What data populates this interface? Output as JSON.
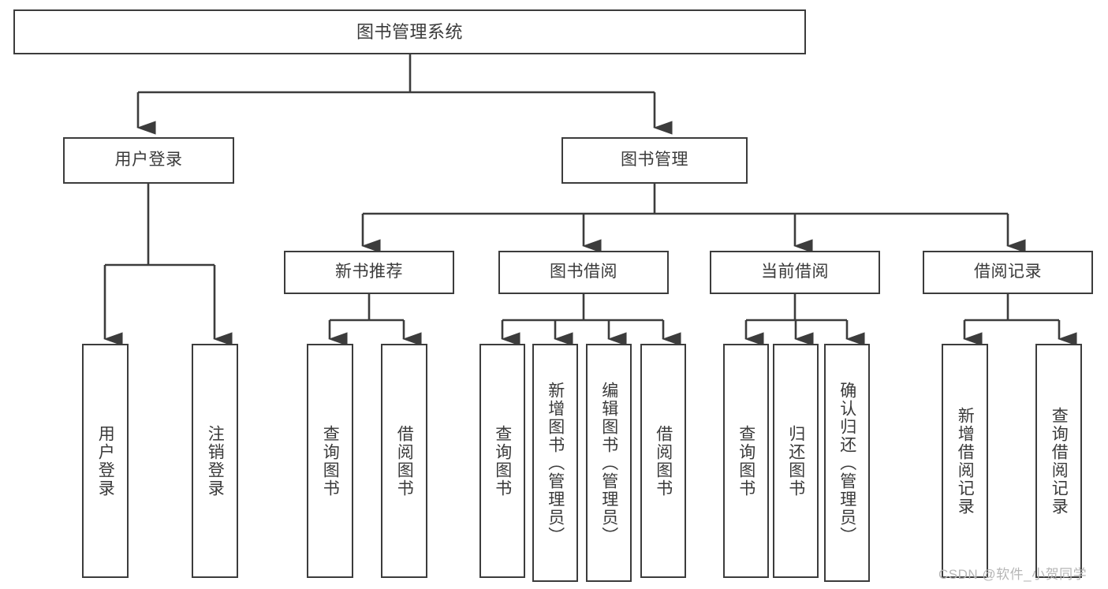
{
  "diagram": {
    "title": "图书管理系统",
    "type": "functional-structure-tree",
    "watermark": "CSDN @软件_小贺同学",
    "colors": {
      "border": "#3c3c3c",
      "text": "#3a3a3a",
      "background": "#ffffff",
      "connector": "#3c3c3c",
      "watermark": "#b6b6b6"
    },
    "levels": {
      "level1": "系统",
      "level2": "模块",
      "level3": "子模块",
      "level4": "功能"
    }
  },
  "nodes": {
    "root": {
      "label": "图书管理系统"
    },
    "level2": [
      {
        "label": "用户登录"
      },
      {
        "label": "图书管理"
      }
    ],
    "level3": [
      {
        "label": "新书推荐"
      },
      {
        "label": "图书借阅"
      },
      {
        "label": "当前借阅"
      },
      {
        "label": "借阅记录"
      }
    ],
    "leaves": {
      "user_login": [
        {
          "label": "用户登录"
        },
        {
          "label": "注销登录"
        }
      ],
      "new_book_recommend": [
        {
          "label": "查询图书"
        },
        {
          "label": "借阅图书"
        }
      ],
      "book_borrow": [
        {
          "label": "查询图书"
        },
        {
          "label": "新增图书（管理员）"
        },
        {
          "label": "编辑图书（管理员）"
        },
        {
          "label": "借阅图书"
        }
      ],
      "current_borrow": [
        {
          "label": "查询图书"
        },
        {
          "label": "归还图书"
        },
        {
          "label": "确认归还（管理员）"
        }
      ],
      "borrow_record": [
        {
          "label": "新增借阅记录"
        },
        {
          "label": "查询借阅记录"
        }
      ]
    }
  }
}
